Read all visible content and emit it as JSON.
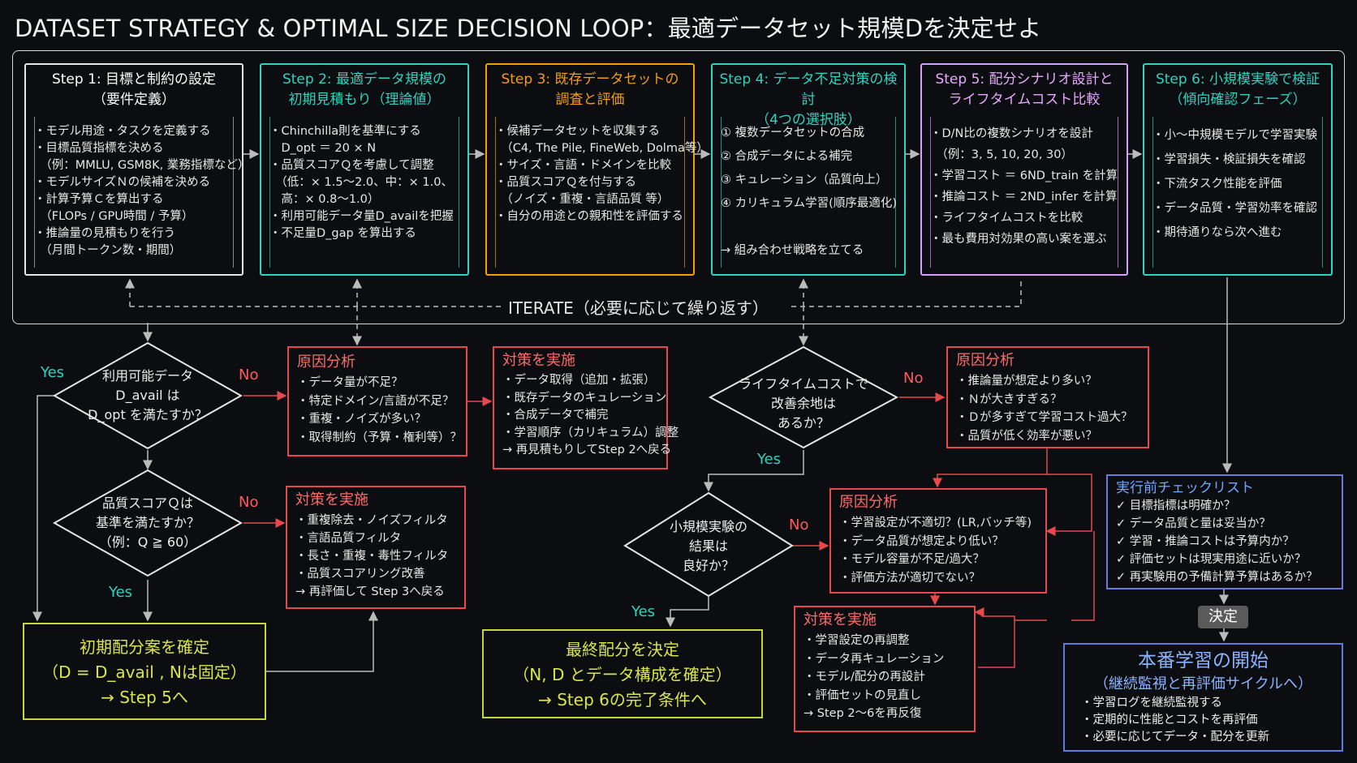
{
  "title": "DATASET STRATEGY & OPTIMAL SIZE DECISION LOOP：最適データセット規模Dを決定せよ",
  "steps": [
    {
      "h1": "Step 1: 目標と制約の設定",
      "h2": "（要件定義）",
      "items": [
        "・モデル用途・タスクを定義する",
        "・目標品質指標を決める",
        "　（例：MMLU, GSM8K, 業務指標など）",
        "・モデルサイズＮの候補を決める",
        "・計算予算Ｃを算出する",
        "　（FLOPs / GPU時間 / 予算）",
        "・推論量の見積もりを行う",
        "　（月間トークン数・期間）"
      ]
    },
    {
      "h1": "Step 2: 最適データ規模の",
      "h2": "初期見積もり（理論値）",
      "items": [
        "・Chinchilla則を基準にする",
        "　D_opt ＝ 20 × N",
        "・品質スコアＱを考慮して調整",
        "　（低：× 1.5～2.0、中：× 1.0、",
        "　高：× 0.8～1.0）",
        "・利用可能データ量D_availを把握",
        "・不足量D_gap を算出する"
      ]
    },
    {
      "h1": "Step 3: 既存データセットの",
      "h2": "調査と評価",
      "items": [
        "・候補データセットを収集する",
        "　（C4, The Pile, FineWeb, Dolma等）",
        "・サイズ・言語・ドメインを比較",
        "・品質スコアＱを付与する",
        "　（ノイズ・重複・言語品質 等）",
        "・自分の用途との親和性を評価する"
      ]
    },
    {
      "h1": "Step 4: データ不足対策の検討",
      "h2": "（4つの選択肢）",
      "items": [
        "① 複数データセットの合成",
        "② 合成データによる補完",
        "③ キュレーション（品質向上）",
        "④ カリキュラム学習(順序最適化)",
        "",
        "→ 組み合わせ戦略を立てる"
      ]
    },
    {
      "h1": "Step 5: 配分シナリオ設計と",
      "h2": "ライフタイムコスト比較",
      "items": [
        "・D/N比の複数シナリオを設計",
        "　（例：3, 5, 10, 20, 30）",
        "・学習コスト ＝ 6ND_train を計算",
        "・推論コスト ＝ 2ND_infer を計算",
        "・ライフタイムコストを比較",
        "・最も費用対効果の高い案を選ぶ"
      ]
    },
    {
      "h1": "Step 6: 小規模実験で検証",
      "h2": "（傾向確認フェーズ）",
      "items": [
        "・小～中規模モデルで学習実験",
        "・学習損失・検証損失を確認",
        "・下流タスク性能を評価",
        "・データ品質・学習効率を確認",
        "・期待通りなら次へ進む"
      ]
    }
  ],
  "iterate": "ITERATE（必要に応じて繰り返す）",
  "decisions": {
    "d1": [
      "利用可能データ",
      "D_avail は",
      "D_opt を満たすか？"
    ],
    "d2": [
      "品質スコアＱは",
      "基準を満たすか？",
      "（例：Q ≧ 60）"
    ],
    "d3": [
      "ライフタイムコストで",
      "改善余地は",
      "あるか？"
    ],
    "d4": [
      "小規模実験の",
      "結果は",
      "良好か？"
    ]
  },
  "labels": {
    "yes": "Yes",
    "no": "No"
  },
  "boxes": {
    "cause1": {
      "h": "原因分析",
      "lines": [
        "・データ量が不足？",
        "・特定ドメイン/言語が不足？",
        "・重複・ノイズが多い？",
        "・取得制約（予算・権利等）？"
      ]
    },
    "action1": {
      "h": "対策を実施",
      "lines": [
        "・データ取得（追加・拡張）",
        "・既存データのキュレーション",
        "・合成データで補完",
        "・学習順序（カリキュラム）調整",
        "→ 再見積もりしてStep 2へ戻る"
      ]
    },
    "action2": {
      "h": "対策を実施",
      "lines": [
        "・重複除去・ノイズフィルタ",
        "・言語品質フィルタ",
        "・長さ・重複・毒性フィルタ",
        "・品質スコアリング改善",
        "→ 再評価して Step 3へ戻る"
      ]
    },
    "cause2": {
      "h": "原因分析",
      "lines": [
        "・推論量が想定より多い？",
        "・Ｎが大きすぎる？",
        "・Ｄが多すぎて学習コスト過大？",
        "・品質が低く効率が悪い？"
      ]
    },
    "cause3": {
      "h": "原因分析",
      "lines": [
        "・学習設定が不適切？(LR,バッチ等)",
        "・データ品質が想定より低い？",
        "・モデル容量が不足/過大？",
        "・評価方法が適切でない？"
      ]
    },
    "action3": {
      "h": "対策を実施",
      "lines": [
        "・学習設定の再調整",
        "・データ再キュレーション",
        "・モデル/配分の再設計",
        "・評価セットの見直し",
        "→ Step 2～6を再反復"
      ]
    }
  },
  "green1": [
    "初期配分案を確定",
    "（D = D_avail , Nは固定）",
    "→ Step 5へ"
  ],
  "green2": [
    "最終配分を決定",
    "（N, D とデータ構成を確定）",
    "→ Step 6の完了条件へ"
  ],
  "checklist": {
    "h": "実行前チェックリスト",
    "lines": [
      "✓ 目標指標は明確か？",
      "✓ データ品質と量は妥当か？",
      "✓ 学習・推論コストは予算内か？",
      "✓ 評価セットは現実用途に近いか？",
      "✓ 再実験用の予備計算予算はあるか？"
    ]
  },
  "kettei": "決定",
  "final": {
    "t1": "本番学習の開始",
    "t2": "（継続監視と再評価サイクルへ）",
    "lines": [
      "・学習ログを継続監視する",
      "・定期的に性能とコストを再評価",
      "・必要に応じてデータ・配分を更新"
    ]
  },
  "colors": {
    "bg": "#0c0d10",
    "red": "#e5484d",
    "teal": "#2dd4bf",
    "orange": "#f59e0b",
    "purple": "#d8a0ff",
    "lime": "#c5d63b",
    "blue": "#5b7be0"
  }
}
